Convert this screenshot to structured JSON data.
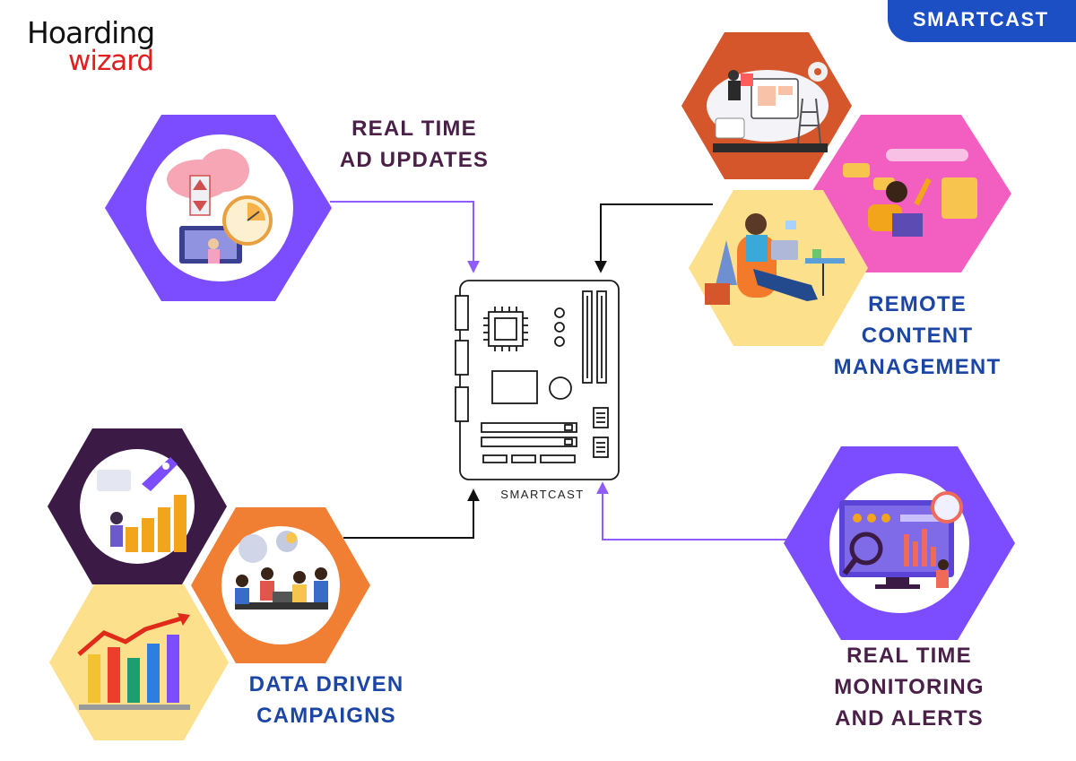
{
  "brand": {
    "logo_line1": "Hoarding",
    "logo_line2": "wizard",
    "badge": "SMARTCAST"
  },
  "center": {
    "label": "SMARTCAST"
  },
  "features": {
    "ad_updates": {
      "line1": "REAL TIME",
      "line2": "AD UPDATES"
    },
    "remote": {
      "line1": "REMOTE",
      "line2": "CONTENT",
      "line3": "MANAGEMENT"
    },
    "data": {
      "line1": "DATA DRIVEN",
      "line2": "CAMPAIGNS"
    },
    "monitoring": {
      "line1": "REAL TIME",
      "line2": "MONITORING",
      "line3": "AND ALERTS"
    }
  },
  "colors": {
    "purple_hex": "#7c4dff",
    "dark_plum": "#3b1a45",
    "orange": "#f07f33",
    "rust": "#d4562a",
    "pink": "#f25fc0",
    "yellow": "#fde08c",
    "label_purple": "#4a2048",
    "label_blue": "#1c46a6",
    "connector_purple": "#8e5cff",
    "connector_black": "#111111"
  }
}
